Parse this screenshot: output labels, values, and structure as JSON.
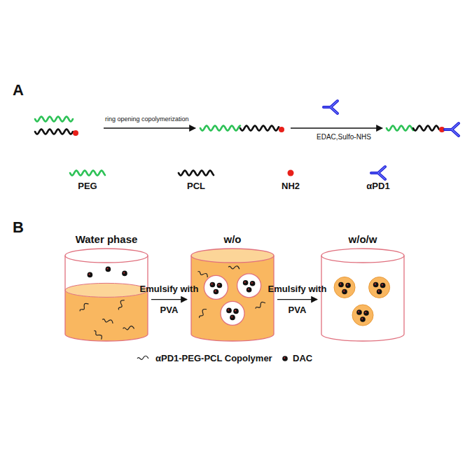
{
  "diagram": {
    "nodes": [
      {
        "text": [
          "Water phase"
        ]
      },
      {
        "text": [
          "w/o"
        ]
      },
      {
        "text": [
          "w/o/w"
        ]
      }
    ],
    "edges": [
      {
        "from": 0,
        "to": 1,
        "label": "Emulsify with PVA",
        "arrow": "to"
      },
      {
        "from": 1,
        "to": 2,
        "label": "Emulsify with PVA",
        "arrow": "to"
      }
    ],
    "labels": [
      "A",
      "ring opening copolymerization",
      "EDAC,Sulfo-NHS",
      "B"
    ],
    "legend": [
      {
        "text": "PEG"
      },
      {
        "text": "PCL"
      },
      {
        "text": "NH2"
      },
      {
        "text": "αPD1"
      },
      {
        "text": "αPD1-PEG-PCL Copolymer"
      },
      {
        "text": "DAC"
      }
    ]
  }
}
